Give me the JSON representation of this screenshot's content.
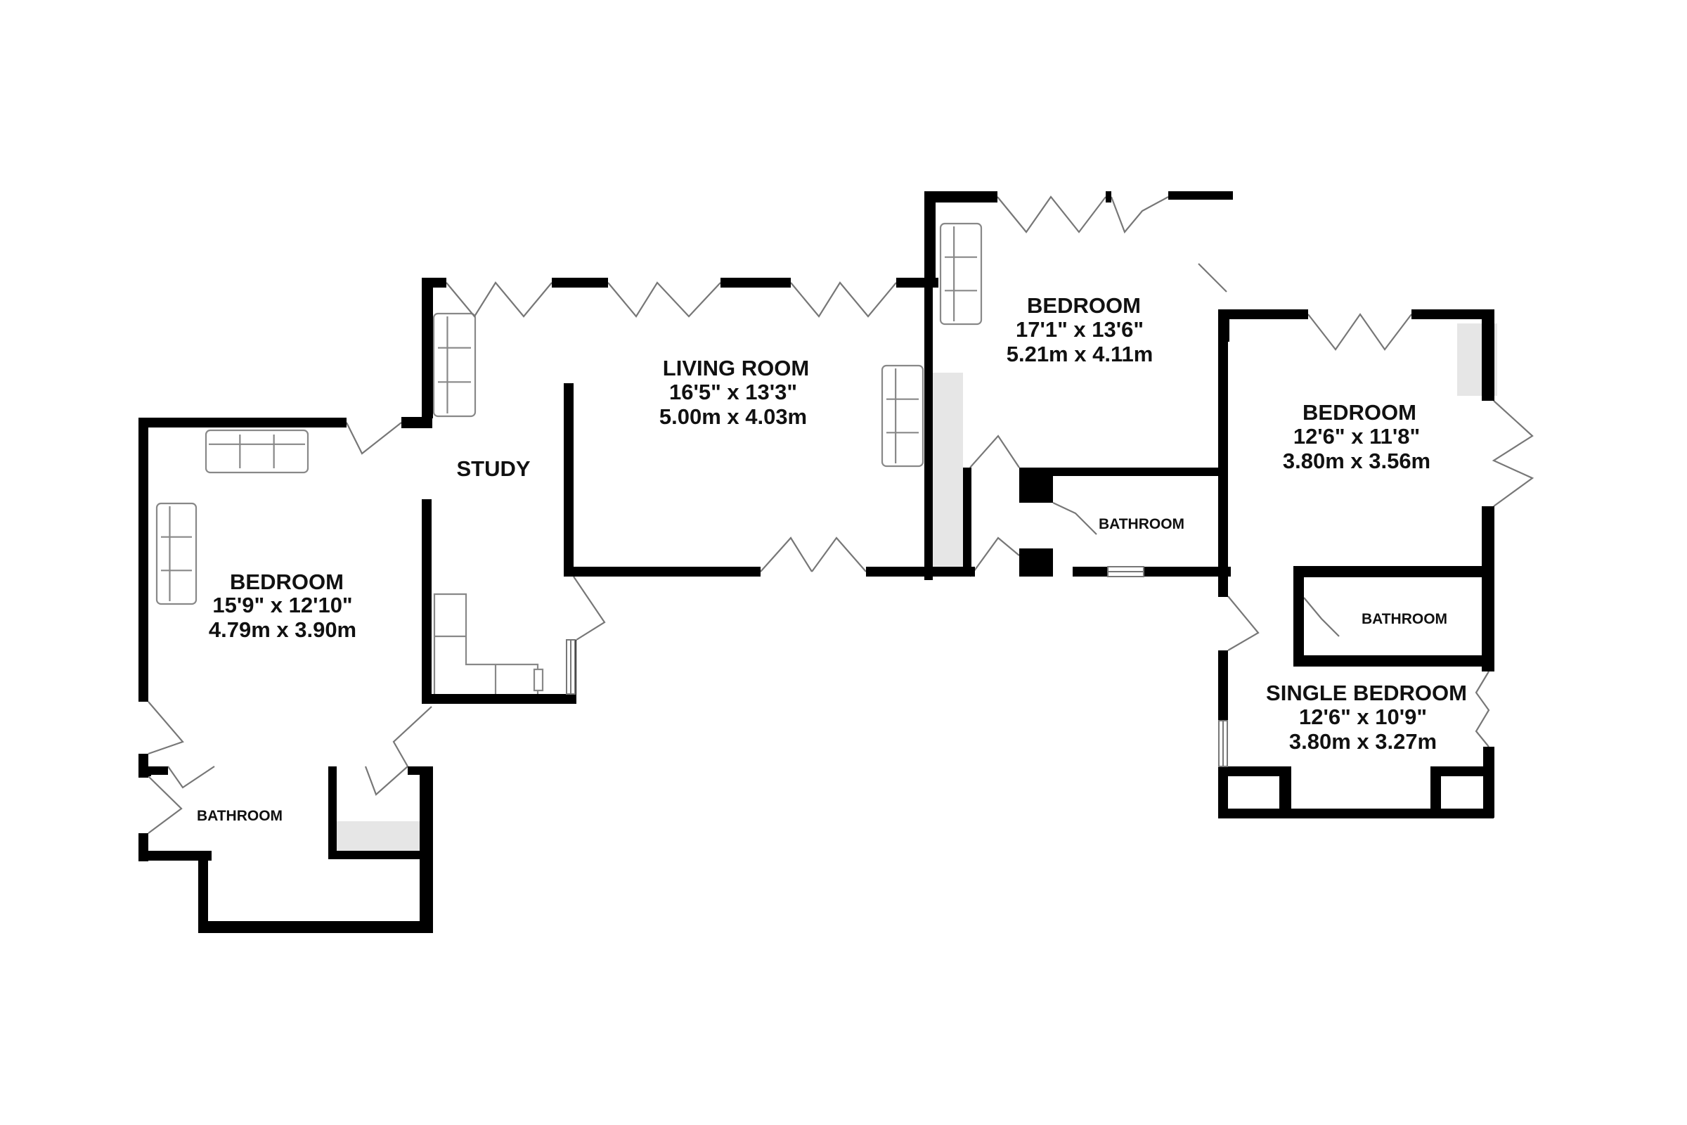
{
  "colors": {
    "wall": "#000000",
    "fitted_unit": "#e6e6e6",
    "text": "#111111",
    "fixture_outline": "#888888"
  },
  "rooms": [
    {
      "id": "bedroom_1",
      "name": "BEDROOM",
      "dim_imperial": "15'9\"  x 12'10\"",
      "dim_metric": "4.79m  x 3.90m"
    },
    {
      "id": "study",
      "name": "STUDY"
    },
    {
      "id": "living_room",
      "name": "LIVING ROOM",
      "dim_imperial": "16'5\"  x 13'3\"",
      "dim_metric": "5.00m  x 4.03m"
    },
    {
      "id": "bedroom_2",
      "name": "BEDROOM",
      "dim_imperial": "17'1\"  x 13'6\"",
      "dim_metric": "5.21m  x 4.11m"
    },
    {
      "id": "bedroom_3",
      "name": "BEDROOM",
      "dim_imperial": "12'6\"  x 11'8\"",
      "dim_metric": "3.80m  x 3.56m"
    },
    {
      "id": "single_bedroom",
      "name": "SINGLE BEDROOM",
      "dim_imperial": "12'6\"  x 10'9\"",
      "dim_metric": "3.80m  x 3.27m"
    },
    {
      "id": "bathroom_1",
      "name": "BATHROOM"
    },
    {
      "id": "bathroom_2",
      "name": "BATHROOM"
    },
    {
      "id": "bathroom_3",
      "name": "BATHROOM"
    }
  ]
}
